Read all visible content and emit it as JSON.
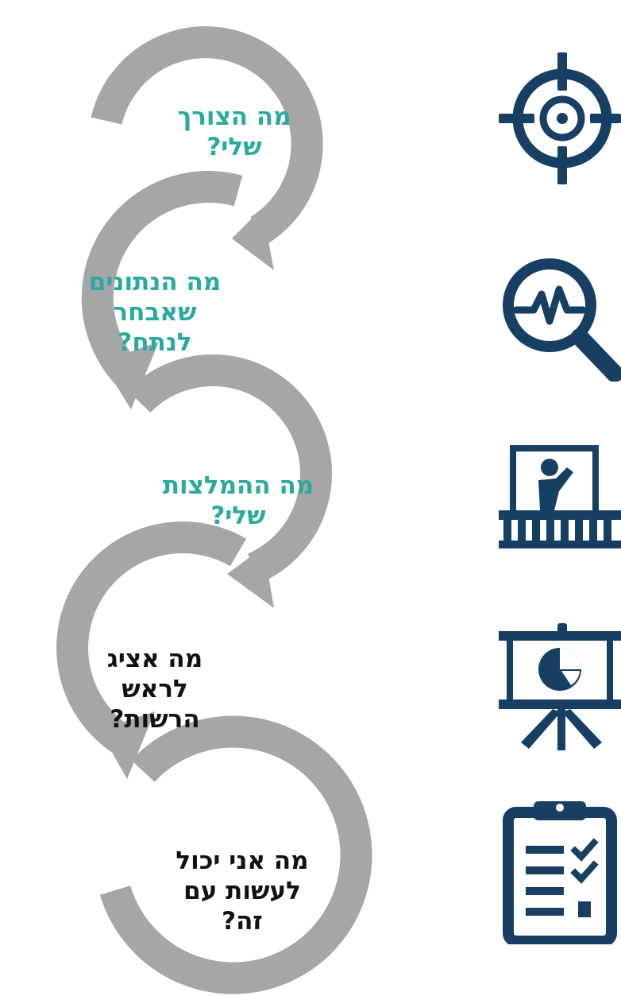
{
  "colors": {
    "arrow": "#a6a6a6",
    "accent_text": "#2aaa9f",
    "dark_text": "#111111",
    "icon": "#173f63"
  },
  "steps": [
    {
      "lines": [
        "מה הצורך",
        "שלי?"
      ],
      "color": "accent",
      "icon": "target-icon"
    },
    {
      "lines": [
        "מה הנתונים",
        "שאבחר",
        "לנתח?"
      ],
      "color": "accent",
      "icon": "analytics-magnifier-icon"
    },
    {
      "lines": [
        "מה ההמלצות",
        "שלי?"
      ],
      "color": "accent",
      "icon": "speaker-at-podium-icon"
    },
    {
      "lines": [
        "מה אציג",
        "לראש",
        "הרשות?"
      ],
      "color": "dark",
      "icon": "presentation-board-icon"
    },
    {
      "lines": [
        "מה אני יכול",
        "לעשות עם",
        "זה?"
      ],
      "color": "dark",
      "icon": "checklist-clipboard-icon"
    }
  ]
}
